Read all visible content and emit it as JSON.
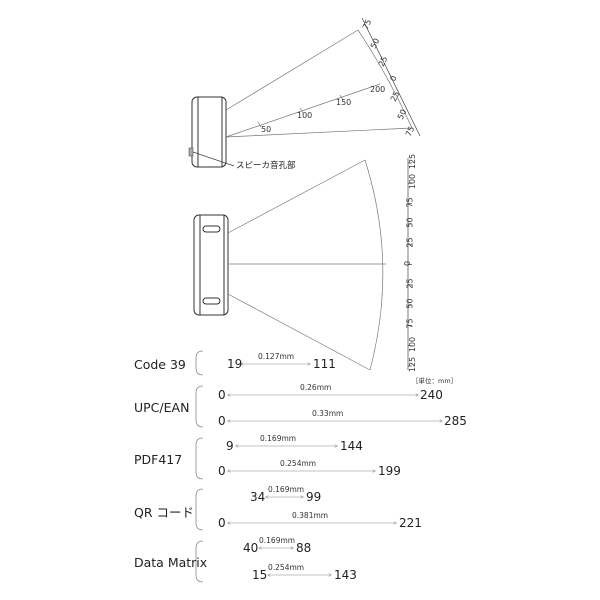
{
  "speaker_label": "スピーカ音孔部",
  "unit_label": "［単位：mm］",
  "top_scale": {
    "depth_ticks": [
      "50",
      "100",
      "150",
      "200"
    ],
    "width_ticks": [
      "75",
      "50",
      "25",
      "0",
      "25",
      "50",
      "75"
    ]
  },
  "side_scale": {
    "ticks": [
      "125",
      "100",
      "75",
      "50",
      "25",
      "0",
      "25",
      "50",
      "75",
      "100",
      "125"
    ]
  },
  "codes": [
    {
      "name": "Code 39",
      "rows": [
        {
          "resolution": "0.127mm",
          "min": "19",
          "max": "111"
        }
      ]
    },
    {
      "name": "UPC/EAN",
      "rows": [
        {
          "resolution": "0.26mm",
          "min": "0",
          "max": "240"
        },
        {
          "resolution": "0.33mm",
          "min": "0",
          "max": "285"
        }
      ]
    },
    {
      "name": "PDF417",
      "rows": [
        {
          "resolution": "0.169mm",
          "min": "9",
          "max": "144"
        },
        {
          "resolution": "0.254mm",
          "min": "0",
          "max": "199"
        }
      ]
    },
    {
      "name": "QR コード",
      "rows": [
        {
          "resolution": "0.169mm",
          "min": "34",
          "max": "99"
        },
        {
          "resolution": "0.381mm",
          "min": "0",
          "max": "221"
        }
      ]
    },
    {
      "name": "Data Matrix",
      "rows": [
        {
          "resolution": "0.169mm",
          "min": "40",
          "max": "88"
        },
        {
          "resolution": "0.254mm",
          "min": "15",
          "max": "143"
        }
      ]
    }
  ]
}
